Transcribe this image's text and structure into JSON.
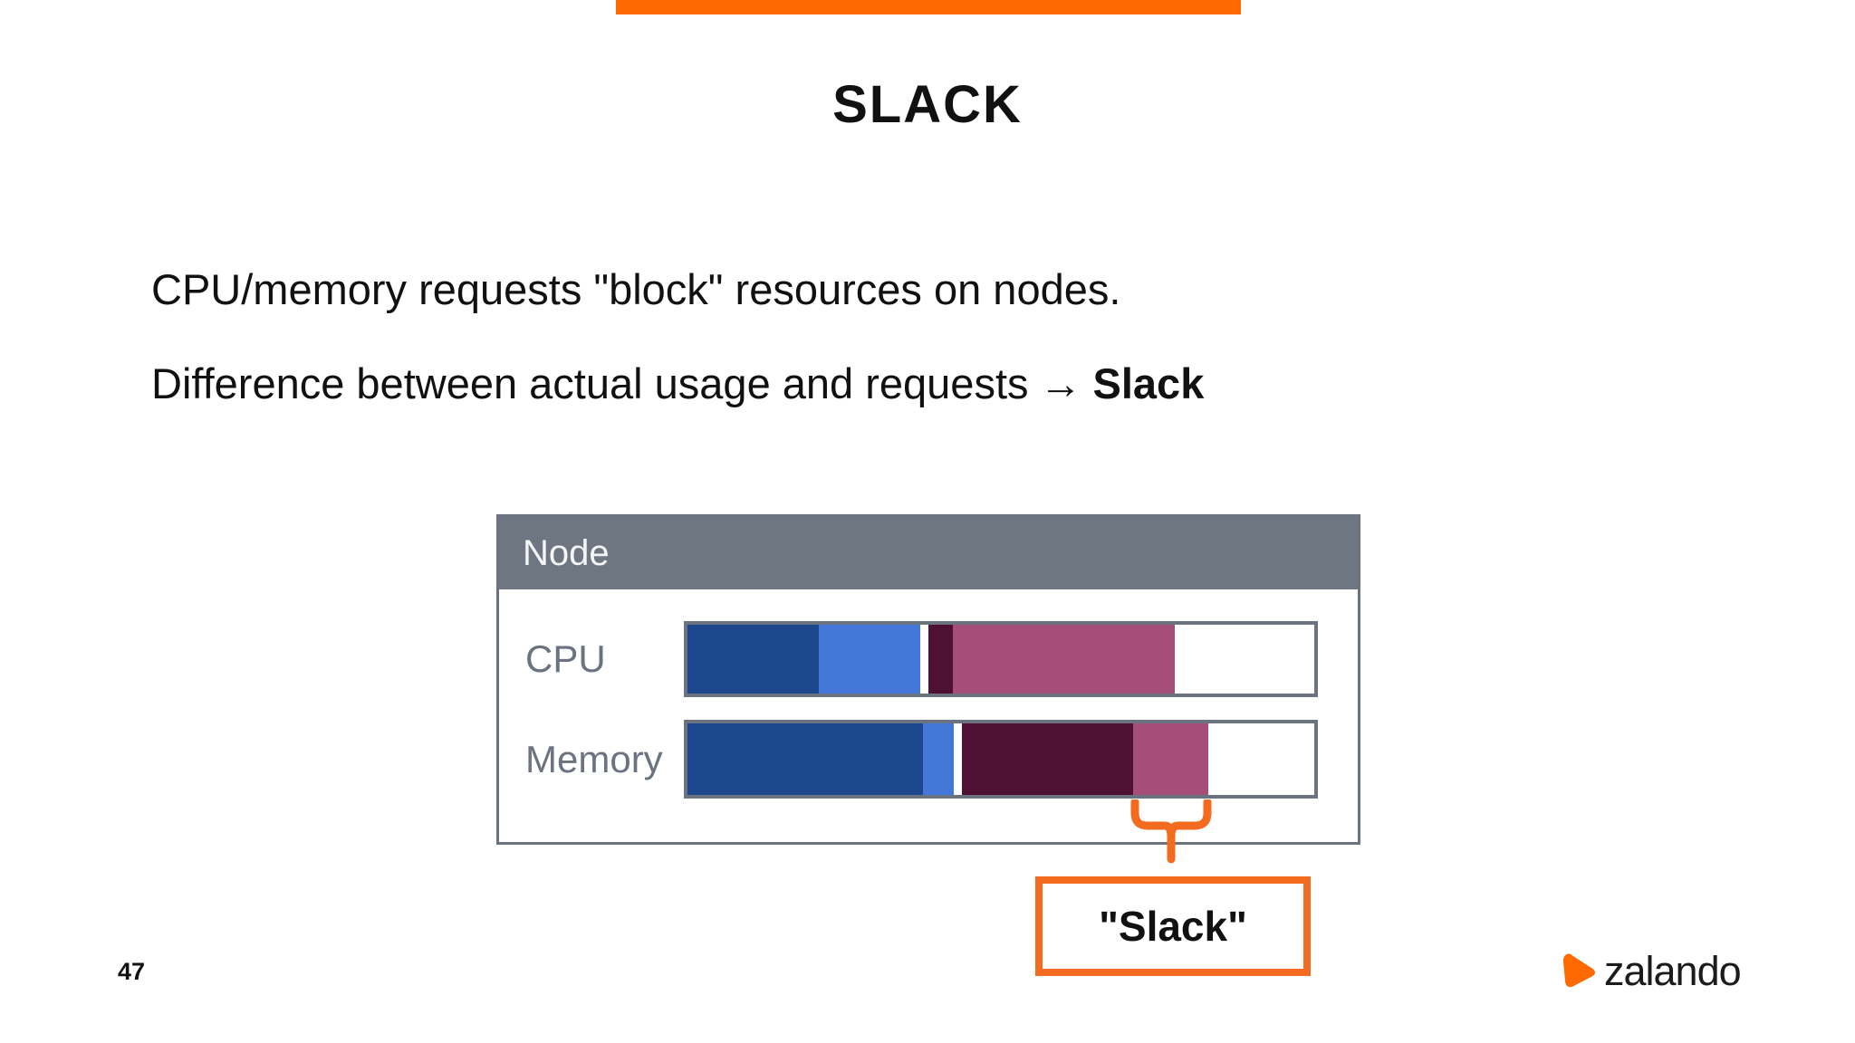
{
  "slide": {
    "page_number": "47",
    "title": "SLACK",
    "accent_color": "#FF6900",
    "annotation_color": "#F26B1F",
    "body": {
      "line1": "CPU/memory requests \"block\" resources on nodes.",
      "line2_text": "Difference between actual usage and requests",
      "line2_arrow": "→",
      "line2_emphasis": "Slack"
    },
    "diagram": {
      "node_title": "Node",
      "palette": {
        "navy": "#1d478d",
        "blue": "#4478d8",
        "white": "#ffffff",
        "wine": "#4e1033",
        "mauve": "#a54e79"
      },
      "rows": [
        {
          "label": "CPU",
          "segments": [
            {
              "color": "navy",
              "pct": 20.9
            },
            {
              "color": "blue",
              "pct": 16.2
            },
            {
              "color": "white",
              "pct": 1.4
            },
            {
              "color": "wine",
              "pct": 3.8
            },
            {
              "color": "mauve",
              "pct": 35.4
            },
            {
              "color": "white",
              "pct": 22.3
            }
          ]
        },
        {
          "label": "Memory",
          "segments": [
            {
              "color": "navy",
              "pct": 37.6
            },
            {
              "color": "blue",
              "pct": 4.9
            },
            {
              "color": "white",
              "pct": 1.3
            },
            {
              "color": "wine",
              "pct": 27.3
            },
            {
              "color": "mauve",
              "pct": 12.0
            },
            {
              "color": "white",
              "pct": 16.9
            }
          ]
        }
      ],
      "callout_label": "\"Slack\""
    },
    "footer": {
      "logo_text": "zalando"
    }
  },
  "chart_data": {
    "type": "bar",
    "subtype": "horizontal-stacked",
    "title": "Node",
    "categories": [
      "CPU",
      "Memory"
    ],
    "series": [
      {
        "name": "dark-blue-segment",
        "color": "#1d478d",
        "values": [
          20.9,
          37.6
        ]
      },
      {
        "name": "light-blue-segment",
        "color": "#4478d8",
        "values": [
          16.2,
          4.9
        ]
      },
      {
        "name": "white-gap",
        "color": "#ffffff",
        "values": [
          1.4,
          1.3
        ]
      },
      {
        "name": "dark-wine-segment",
        "color": "#4e1033",
        "values": [
          3.8,
          27.3
        ]
      },
      {
        "name": "mauve-segment",
        "color": "#a54e79",
        "values": [
          35.4,
          12.0
        ]
      },
      {
        "name": "free-space",
        "color": "#ffffff",
        "values": [
          22.3,
          16.9
        ]
      }
    ],
    "xlim": [
      0,
      100
    ],
    "units": "percent of bar width (estimated)",
    "annotation": {
      "label": "\"Slack\"",
      "target": "mauve segment of Memory bar"
    }
  }
}
